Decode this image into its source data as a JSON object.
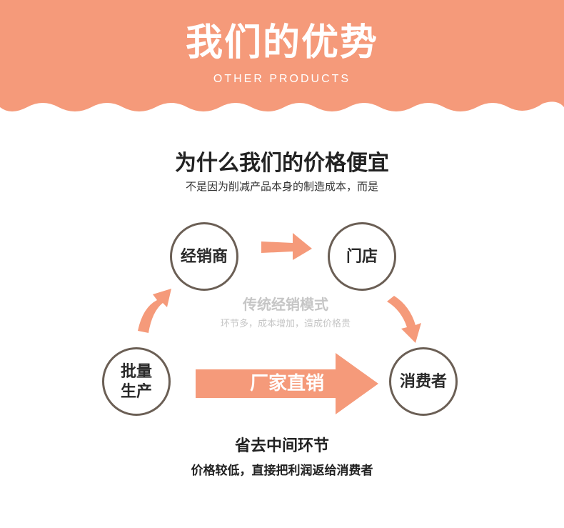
{
  "banner": {
    "title": "我们的优势",
    "subtitle": "OTHER PRODUCTS"
  },
  "section": {
    "heading": "为什么我们的价格便宜",
    "subheading": "不是因为削减产品本身的制造成本，而是"
  },
  "nodes": {
    "dealer": "经销商",
    "store": "门店",
    "mass_line1": "批量",
    "mass_line2": "生产",
    "consumer": "消费者"
  },
  "traditional": {
    "title": "传统经销模式",
    "subtitle": "环节多，成本增加，造成价格贵"
  },
  "direct": {
    "label": "厂家直销"
  },
  "footer": {
    "title": "省去中间环节",
    "subtitle": "价格较低，直接把利润返给消费者"
  },
  "colors": {
    "accent": "#f59a7a",
    "circle_border": "#6b5f55",
    "muted_text": "#c6c6c6"
  }
}
